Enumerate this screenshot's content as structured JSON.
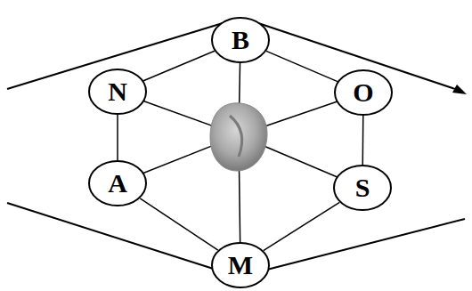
{
  "diagram": {
    "nodes": [
      {
        "text": [
          "B"
        ]
      },
      {
        "text": [
          "N"
        ]
      },
      {
        "text": [
          "O"
        ]
      },
      {
        "text": [
          "A"
        ]
      },
      {
        "text": [
          "S"
        ]
      },
      {
        "text": [
          "M"
        ]
      }
    ],
    "edges": [
      {
        "from": 0,
        "to": 1,
        "arrow": "none"
      },
      {
        "from": 0,
        "to": 2,
        "arrow": "none"
      },
      {
        "from": 1,
        "to": 3,
        "arrow": "none"
      },
      {
        "from": 2,
        "to": 4,
        "arrow": "none"
      },
      {
        "from": 3,
        "to": 5,
        "arrow": "none"
      },
      {
        "from": 4,
        "to": 5,
        "arrow": "none"
      }
    ]
  }
}
